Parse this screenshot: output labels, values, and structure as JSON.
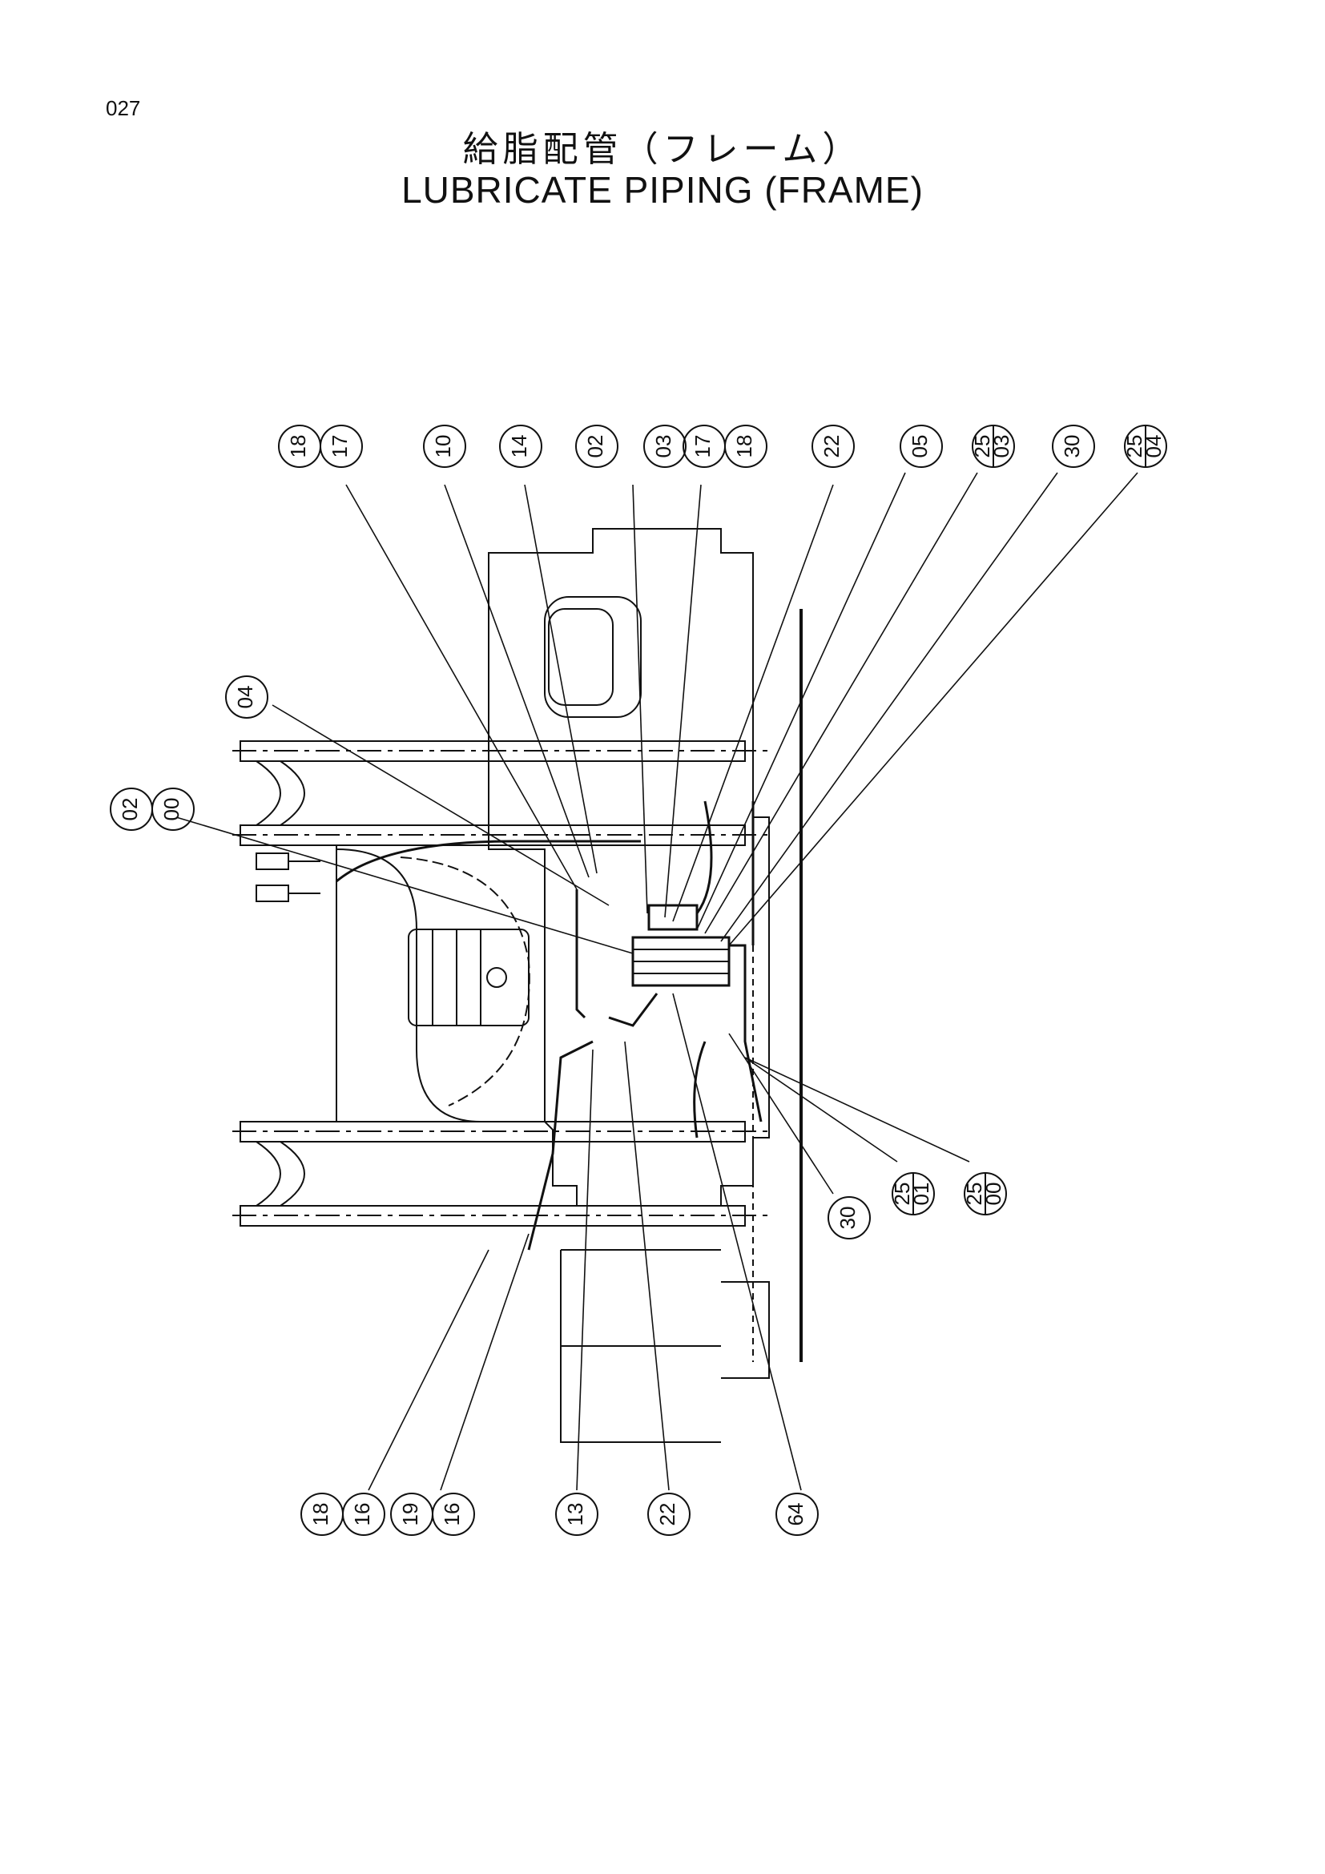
{
  "page_number": "027",
  "title_jp": "給脂配管（フレーム）",
  "title_en": "LUBRICATE PIPING (FRAME)",
  "callouts": [
    {
      "top": "18",
      "bottom": "17",
      "split": false
    },
    {
      "top": "10",
      "bottom": "",
      "split": false
    },
    {
      "top": "14",
      "bottom": "",
      "split": false
    },
    {
      "top": "02",
      "bottom": "",
      "split": false
    },
    {
      "top": "03",
      "bottom": "",
      "split": false
    },
    {
      "top": "17",
      "bottom": "18",
      "split": false
    },
    {
      "top": "22",
      "bottom": "",
      "split": false
    },
    {
      "top": "05",
      "bottom": "",
      "split": false
    },
    {
      "top": "25",
      "bottom": "03",
      "split": true
    },
    {
      "top": "30",
      "bottom": "",
      "split": false
    },
    {
      "top": "25",
      "bottom": "04",
      "split": true
    },
    {
      "top": "04",
      "bottom": "",
      "split": false
    },
    {
      "top": "02",
      "bottom": "00",
      "split": false
    },
    {
      "top": "30",
      "bottom": "",
      "split": false
    },
    {
      "top": "25",
      "bottom": "01",
      "split": true
    },
    {
      "top": "25",
      "bottom": "00",
      "split": true
    },
    {
      "top": "18",
      "bottom": "16",
      "split": false
    },
    {
      "top": "19",
      "bottom": "16",
      "split": false
    },
    {
      "top": "13",
      "bottom": "",
      "split": false
    },
    {
      "top": "22",
      "bottom": "",
      "split": false
    },
    {
      "top": "64",
      "bottom": "",
      "split": false
    }
  ]
}
